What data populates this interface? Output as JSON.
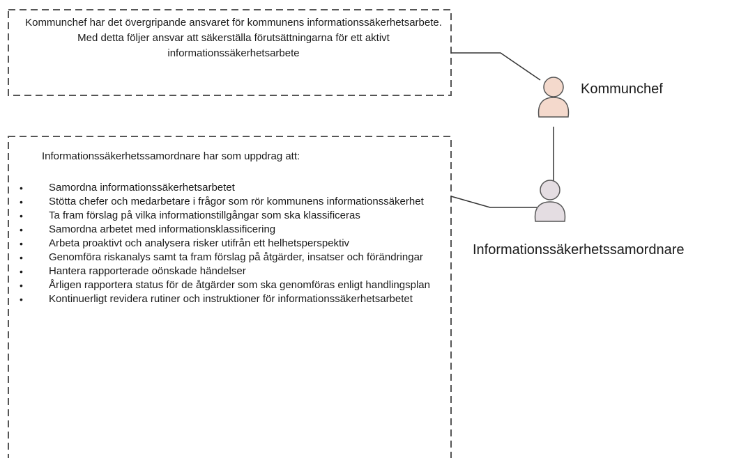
{
  "top_box": {
    "text": "Kommunchef har det övergripande ansvaret för kommunens informationssäkerhetsarbete. Med detta följer ansvar att säkerställa förutsättningarna för ett aktivt informationssäkerhetsarbete"
  },
  "bottom_box": {
    "title": "Informationssäkerhetssamordnare har som uppdrag att:",
    "bullets": [
      "Samordna informationssäkerhetsarbetet",
      "Stötta chefer och medarbetare i frågor som rör kommunens informationssäkerhet",
      "Ta fram förslag på vilka informationstillgångar som ska klassificeras",
      "Samordna arbetet med informationsklassificering",
      "Arbeta proaktivt och analysera risker utifrån ett helhetsperspektiv",
      "Genomföra riskanalys samt ta fram förslag på åtgärder, insatser och förändringar",
      "Hantera rapporterade oönskade händelser",
      "Årligen rapportera status för de åtgärder som ska genomföras enligt handlingsplan",
      "Kontinuerligt revidera rutiner och instruktioner för informationssäkerhetsarbetet"
    ]
  },
  "roles": {
    "kommunchef": "Kommunchef",
    "samordnare": "Informationssäkerhetssamordnare"
  },
  "icons": {
    "kommunchef": "person-icon",
    "samordnare": "person-icon"
  },
  "colors": {
    "kommunchef_icon": "#f4d9cc",
    "samordnare_icon": "#e4dde2",
    "stroke": "#555555"
  }
}
